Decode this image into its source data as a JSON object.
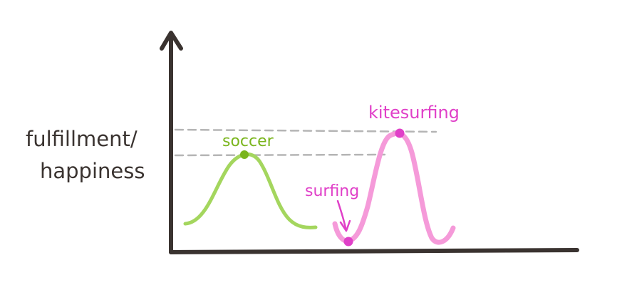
{
  "y_axis_label": {
    "line1": "fulfillment/",
    "line2": "happiness"
  },
  "peaks": {
    "soccer": {
      "label": "soccer",
      "color": "#7ab51d",
      "curve_color": "#a4d65e"
    },
    "kitesurfing": {
      "label": "kitesurfing",
      "color": "#e040c8",
      "curve_color": "#f59ad9"
    }
  },
  "valley": {
    "surfing": {
      "label": "surfing",
      "color": "#e040c8"
    }
  },
  "colors": {
    "axis": "#3a3330",
    "dashed": "#b5b5b5"
  }
}
